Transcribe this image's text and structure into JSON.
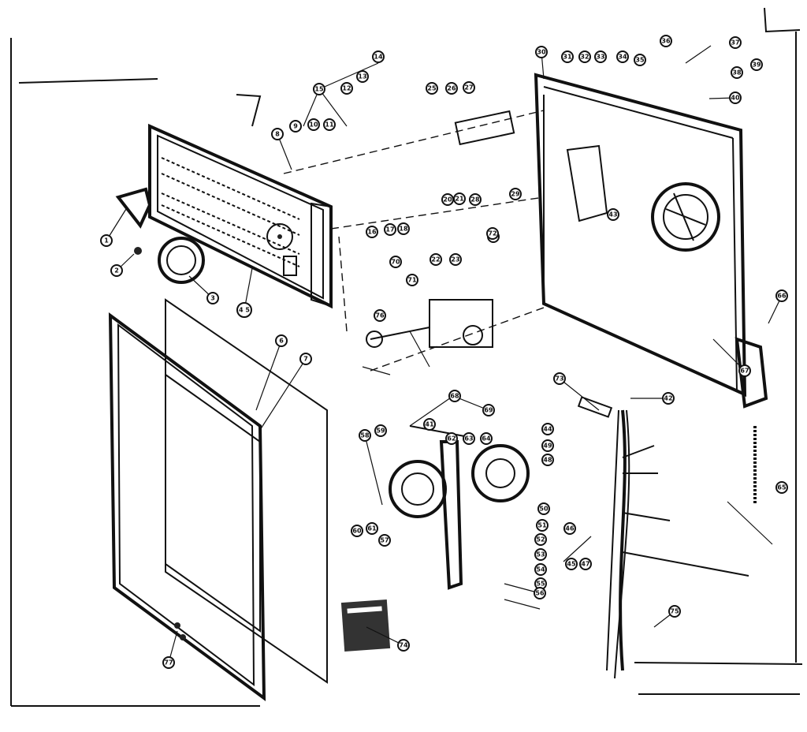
{
  "diagram": {
    "callouts": [
      {
        "id": "c1",
        "label": "1"
      },
      {
        "id": "c2",
        "label": "2"
      },
      {
        "id": "c3",
        "label": "3"
      },
      {
        "id": "c45",
        "label": "4 5"
      },
      {
        "id": "c6",
        "label": "6"
      },
      {
        "id": "c7",
        "label": "7"
      },
      {
        "id": "c8",
        "label": "8"
      },
      {
        "id": "c9",
        "label": "9"
      },
      {
        "id": "c10",
        "label": "10"
      },
      {
        "id": "c11",
        "label": "11"
      },
      {
        "id": "c12",
        "label": "12"
      },
      {
        "id": "c13",
        "label": "13"
      },
      {
        "id": "c14",
        "label": "14"
      },
      {
        "id": "c15",
        "label": "15"
      },
      {
        "id": "c16",
        "label": "16"
      },
      {
        "id": "c17",
        "label": "17"
      },
      {
        "id": "c18",
        "label": "18"
      },
      {
        "id": "c20",
        "label": "20"
      },
      {
        "id": "c21",
        "label": "21"
      },
      {
        "id": "c22",
        "label": "22"
      },
      {
        "id": "c23",
        "label": "23"
      },
      {
        "id": "c24",
        "label": "24"
      },
      {
        "id": "c25",
        "label": "25"
      },
      {
        "id": "c26",
        "label": "26"
      },
      {
        "id": "c27",
        "label": "27"
      },
      {
        "id": "c28",
        "label": "28"
      },
      {
        "id": "c29",
        "label": "29"
      },
      {
        "id": "c30",
        "label": "30"
      },
      {
        "id": "c31",
        "label": "31"
      },
      {
        "id": "c32",
        "label": "32"
      },
      {
        "id": "c33",
        "label": "33"
      },
      {
        "id": "c34",
        "label": "34"
      },
      {
        "id": "c35",
        "label": "35"
      },
      {
        "id": "c36",
        "label": "36"
      },
      {
        "id": "c37",
        "label": "37"
      },
      {
        "id": "c38",
        "label": "38"
      },
      {
        "id": "c39",
        "label": "39"
      },
      {
        "id": "c40",
        "label": "40"
      },
      {
        "id": "c41",
        "label": "41"
      },
      {
        "id": "c42",
        "label": "42"
      },
      {
        "id": "c43",
        "label": "43"
      },
      {
        "id": "c44",
        "label": "44"
      },
      {
        "id": "c45b",
        "label": "45"
      },
      {
        "id": "c46",
        "label": "46"
      },
      {
        "id": "c47",
        "label": "47"
      },
      {
        "id": "c48",
        "label": "48"
      },
      {
        "id": "c49",
        "label": "49"
      },
      {
        "id": "c50",
        "label": "50"
      },
      {
        "id": "c51",
        "label": "51"
      },
      {
        "id": "c52",
        "label": "52"
      },
      {
        "id": "c53",
        "label": "53"
      },
      {
        "id": "c54",
        "label": "54"
      },
      {
        "id": "c55",
        "label": "55"
      },
      {
        "id": "c56",
        "label": "56"
      },
      {
        "id": "c57",
        "label": "57"
      },
      {
        "id": "c58",
        "label": "58"
      },
      {
        "id": "c59",
        "label": "59"
      },
      {
        "id": "c60",
        "label": "60"
      },
      {
        "id": "c61",
        "label": "61"
      },
      {
        "id": "c62",
        "label": "62"
      },
      {
        "id": "c63",
        "label": "63"
      },
      {
        "id": "c64",
        "label": "64"
      },
      {
        "id": "c65",
        "label": "65"
      },
      {
        "id": "c66",
        "label": "66"
      },
      {
        "id": "c67",
        "label": "67"
      },
      {
        "id": "c68",
        "label": "68"
      },
      {
        "id": "c69",
        "label": "69"
      },
      {
        "id": "c70",
        "label": "70"
      },
      {
        "id": "c71",
        "label": "71"
      },
      {
        "id": "c72",
        "label": "72"
      },
      {
        "id": "c73",
        "label": "73"
      },
      {
        "id": "c74",
        "label": "74"
      },
      {
        "id": "c75",
        "label": "75"
      },
      {
        "id": "c76",
        "label": "76"
      },
      {
        "id": "c77",
        "label": "77"
      }
    ]
  }
}
